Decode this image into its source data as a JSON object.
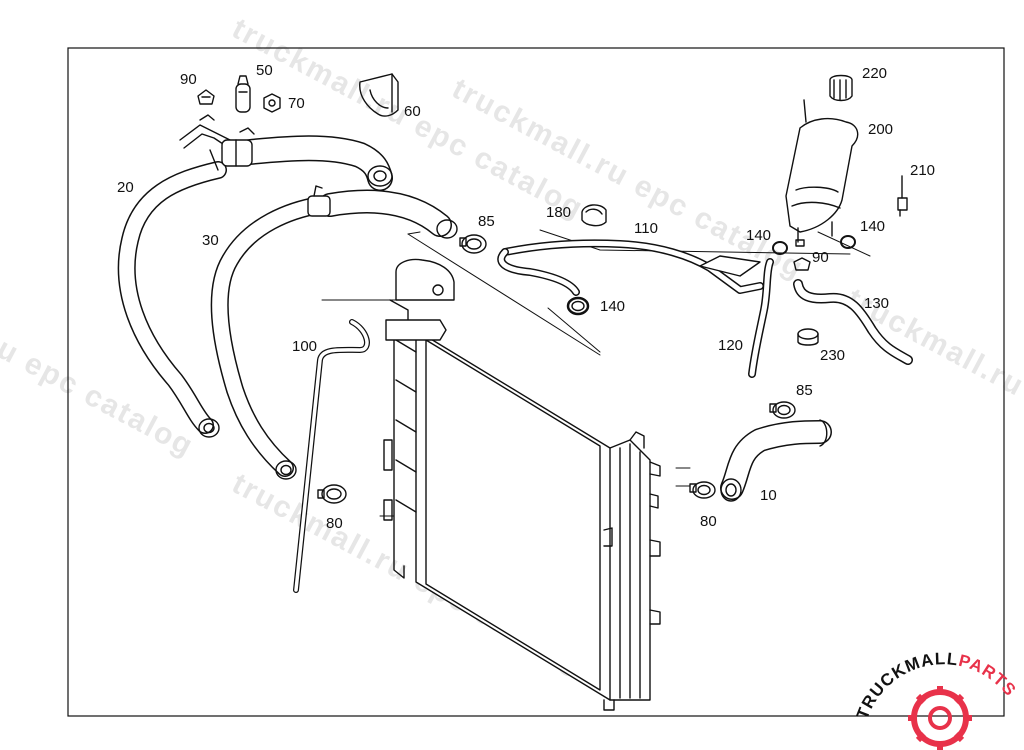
{
  "diagram": {
    "labels": {
      "p10": "10",
      "p20": "20",
      "p30": "30",
      "p50": "50",
      "p60": "60",
      "p70": "70",
      "p80_left": "80",
      "p80_right": "80",
      "p85_top": "85",
      "p85_right": "85",
      "p90_top": "90",
      "p90_right": "90",
      "p100": "100",
      "p110": "110",
      "p120": "120",
      "p130": "130",
      "p140_center": "140",
      "p140_tank_left": "140",
      "p140_tank_right": "140",
      "p180": "180",
      "p200": "200",
      "p210": "210",
      "p220": "220",
      "p230": "230"
    }
  },
  "watermark": {
    "text": "truckmall.ru epc catalog",
    "fragment_left": "u epc catalog",
    "fragment_right": "truckmall.ru"
  },
  "logo": {
    "brand_dark": "TRUCKMALL",
    "brand_accent": "PARTS",
    "accent_color": "#e8324a"
  }
}
